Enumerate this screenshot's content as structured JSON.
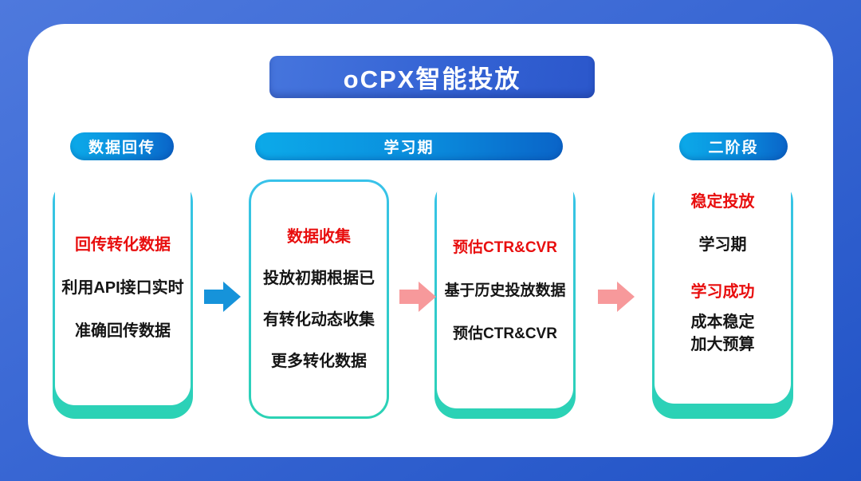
{
  "diagram": {
    "title": "oCPX智能投放",
    "stage_labels": [
      "数据回传",
      "学习期",
      "二阶段"
    ],
    "boxes": [
      {
        "name": "data-return",
        "lines": [
          {
            "text": "回传转化数据",
            "emphasis": true
          },
          {
            "text": "利用API接口实时"
          },
          {
            "text": "准确回传数据"
          }
        ]
      },
      {
        "name": "data-collection",
        "lines": [
          {
            "text": "数据收集",
            "emphasis": true
          },
          {
            "text": "投放初期根据已"
          },
          {
            "text": "有转化动态收集"
          },
          {
            "text": "更多转化数据"
          }
        ]
      },
      {
        "name": "ctr-cvr-estimation",
        "lines": [
          {
            "text": "预估CTR&CVR",
            "emphasis": true
          },
          {
            "text": "基于历史投放数据"
          },
          {
            "text": "预估CTR&CVR"
          }
        ]
      },
      {
        "name": "stable-delivery",
        "lines": [
          {
            "text": "稳定投放",
            "emphasis": true
          },
          {
            "text": "学习期"
          },
          {
            "text": "学习成功",
            "emphasis": true
          },
          {
            "text": "成本稳定"
          },
          {
            "text": "加大预算"
          }
        ]
      }
    ],
    "arrows": [
      {
        "color": "#1693da"
      },
      {
        "color": "#f7999b"
      },
      {
        "color": "#f7999b"
      }
    ],
    "colors": {
      "background_top": "#4e79dd",
      "background_bottom": "#2153c6",
      "card": "#ffffff",
      "banner_start": "#4675dd",
      "banner_end": "#2b57cb",
      "pill_start": "#0caae9",
      "pill_end": "#0a64c8",
      "box_border_top": "#38c2ea",
      "box_border_bottom": "#2bd2b4",
      "emphasis_text": "#e80e0e",
      "body_text": "#151515",
      "arrow_blue": "#1693da",
      "arrow_pink": "#f7999b"
    }
  }
}
